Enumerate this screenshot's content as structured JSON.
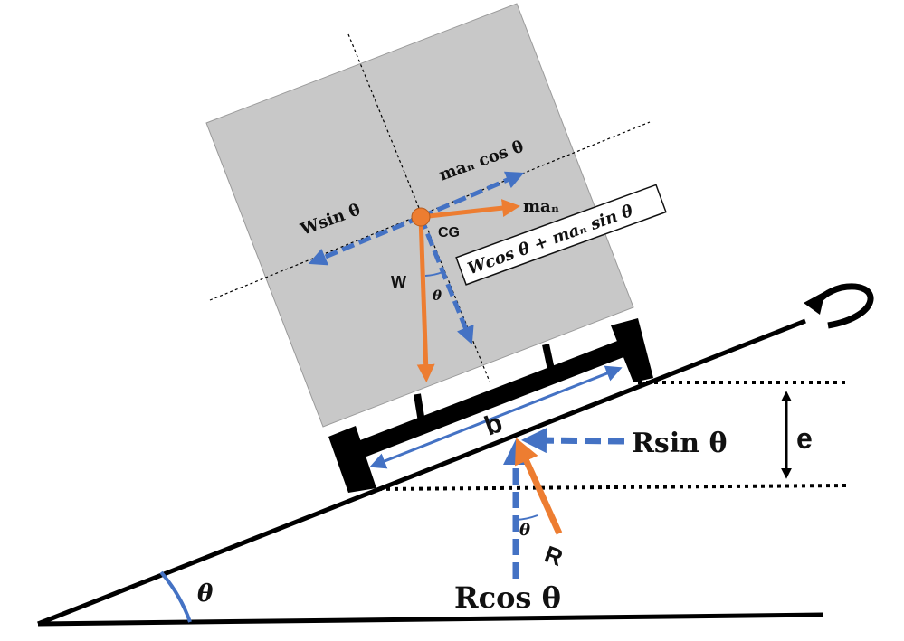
{
  "colors": {
    "orange": "#ED7D31",
    "blue": "#4472C4",
    "body_gray": "#C8C8C8",
    "line": "#000000"
  },
  "labels": {
    "w_sin": "Wsin θ",
    "man_cos": "maₙ cos θ",
    "man": "maₙ",
    "cg": "CG",
    "w": "W",
    "theta_small": "θ",
    "w_cos_plus": "Wcos θ + maₙ sin θ",
    "b": "b",
    "r_sin": "Rsin θ",
    "e": "e",
    "theta_r": "θ",
    "r": "R",
    "r_cos": "Rcos θ",
    "theta_incline": "θ"
  },
  "icons": {
    "rotation": "curved-arrow-icon"
  }
}
